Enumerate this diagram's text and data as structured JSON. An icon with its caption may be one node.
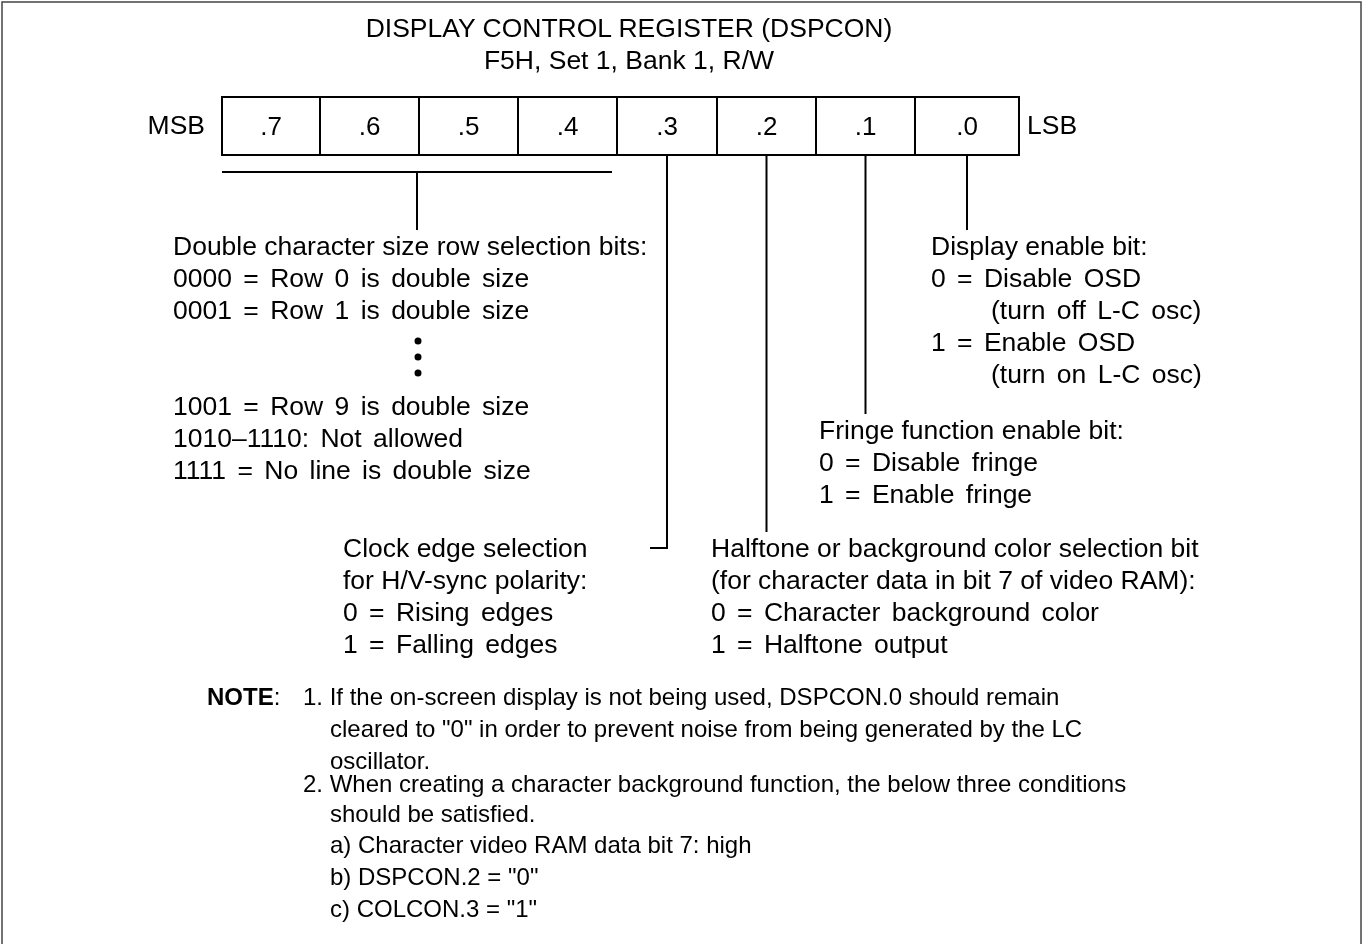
{
  "diagram": {
    "title": "DISPLAY CONTROL REGISTER (DSPCON)",
    "nodes": [
      {
        "text": [
          ".7"
        ],
        "beside": [
          "MSB"
        ]
      },
      {
        "text": [
          ".6"
        ]
      },
      {
        "text": [
          ".5"
        ]
      },
      {
        "text": [
          ".4"
        ]
      },
      {
        "text": [
          ".3"
        ]
      },
      {
        "text": [
          ".2"
        ]
      },
      {
        "text": [
          ".1"
        ]
      },
      {
        "text": [
          ".0"
        ],
        "beside": [
          "LSB"
        ]
      },
      {
        "text": [],
        "shape": "bar"
      },
      {
        "text": [
          "Double character size row selection bits:",
          "0000 = Row 0 is double size",
          "0001 = Row 1 is double size",
          "1001 = Row 9 is double size",
          "1010–1110: Not allowed",
          "1111 = No line is double size"
        ]
      },
      {
        "text": [
          "Display enable bit:",
          "0 = Disable OSD (turn off L-C osc)",
          "1 = Enable OSD (turn on L-C osc)"
        ]
      },
      {
        "text": [
          "Fringe function enable bit:",
          "0 = Disable fringe",
          "1 = Enable fringe"
        ]
      },
      {
        "text": [
          "Clock edge selection for H/V-sync polarity:",
          "0 = Rising edges",
          "1 = Falling edges"
        ]
      },
      {
        "text": [
          "Halftone or background color selection bit (for character data in bit 7 of video RAM):",
          "0 = Character background color",
          "1 = Halftone output"
        ]
      }
    ],
    "edges": [
      {
        "from": 8,
        "to": 9,
        "arrow": "none"
      },
      {
        "from": 4,
        "to": 12,
        "arrow": "none"
      },
      {
        "from": 5,
        "to": 13,
        "arrow": "none"
      },
      {
        "from": 6,
        "to": 11,
        "arrow": "none"
      },
      {
        "from": 7,
        "to": 10,
        "arrow": "none"
      }
    ],
    "labels": [
      "F5H, Set 1, Bank 1, R/W",
      "**NOTE**:",
      "1. If the on-screen display is not being used, DSPCON.0 should remain cleared to \"0\" in order to prevent noise from being generated by the LC oscillator.",
      "2. When creating a character background function, the below three conditions should be satisfied.",
      "a) Character video RAM data bit 7: high",
      "b) DSPCON.2 = \"0\"",
      "c) COLCON.3 = \"1\""
    ]
  }
}
